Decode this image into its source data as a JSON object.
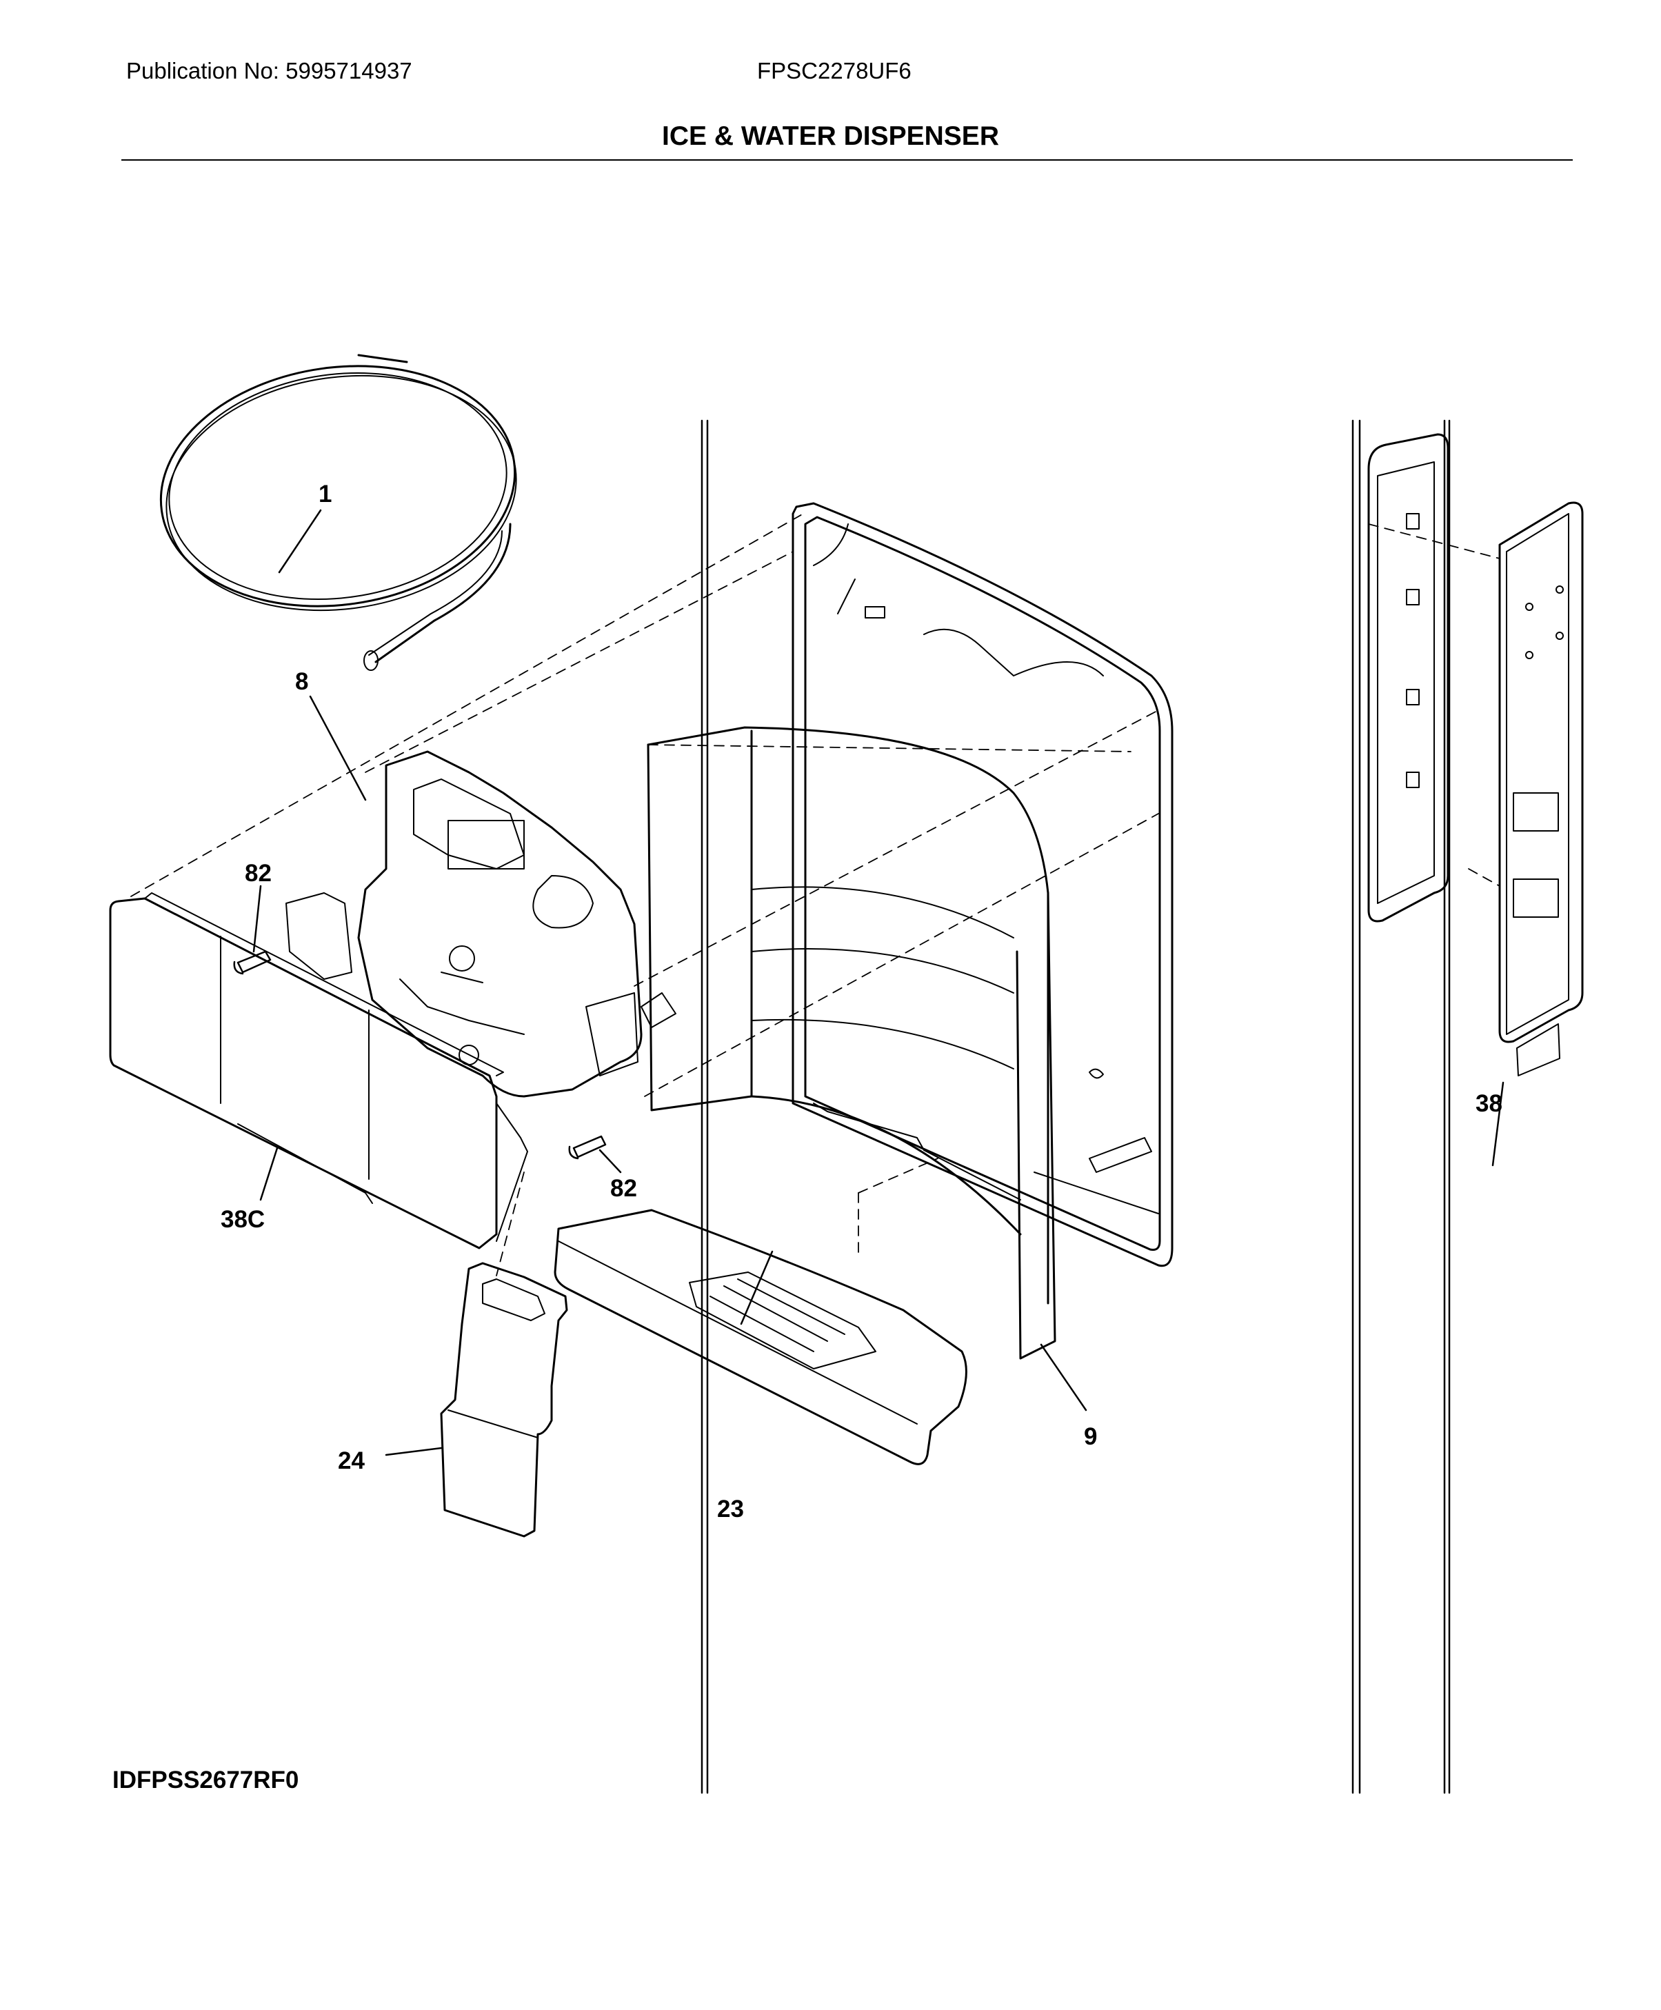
{
  "header": {
    "publication": "Publication No: 5995714937",
    "model": "FPSC2278UF6",
    "title": "ICE & WATER DISPENSER"
  },
  "footer": {
    "diagram_id": "IDFPSS2677RF0"
  },
  "callouts": {
    "tubing": "1",
    "actuator_assembly": "8",
    "screw_upper": "82",
    "screw_lower": "82",
    "paddle_cover": "38C",
    "ice_chute_door": "24",
    "drip_tray": "23",
    "chute_duct": "9",
    "control_panel": "38"
  }
}
